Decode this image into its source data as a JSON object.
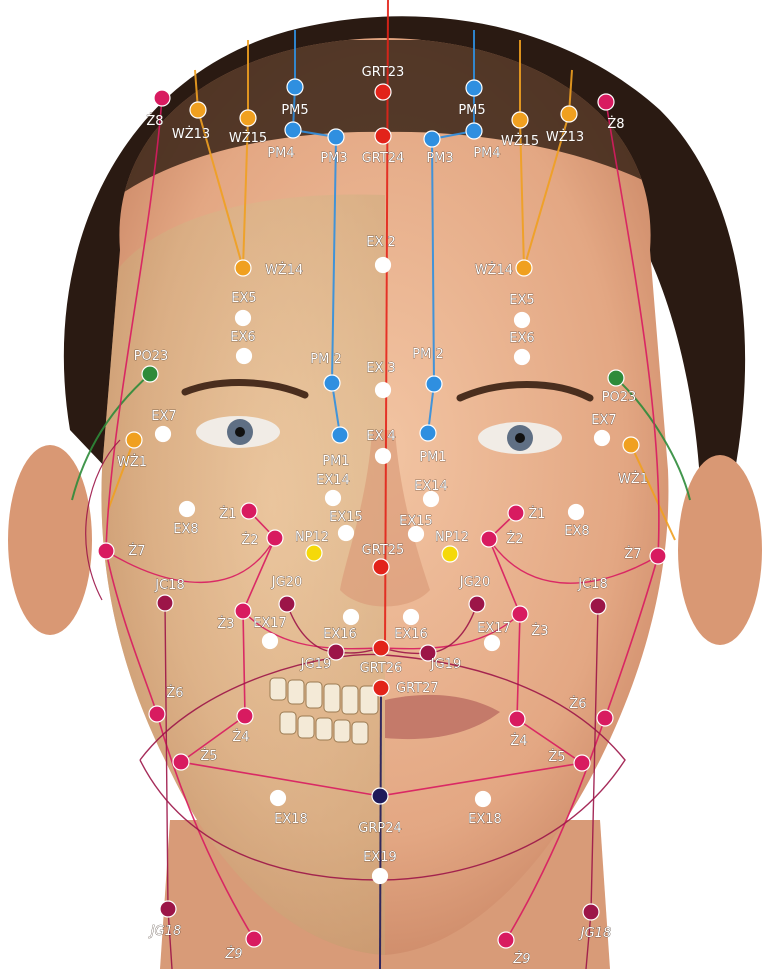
{
  "colors": {
    "background": "#ffffff",
    "hair": "#2a1a12",
    "skin": "#e8b28f",
    "skull_tint": "#d9be8e",
    "governing_vessel": "#e2231a",
    "bladder_meridian": "#2f8fe0",
    "gallbladder_meridian": "#f0a020",
    "stomach_meridian": "#d81b60",
    "small_intestine": "#9c1548",
    "triple_heater": "#2e8b3a",
    "extra_points": "#ffffff",
    "nose_points": "#f5d90a",
    "conception_vessel": "#1f1a5a"
  },
  "points": [
    {
      "id": "grt23",
      "label": "GRT23",
      "type": "governing",
      "icon": "red-dot"
    },
    {
      "id": "grt24",
      "label": "GRT24",
      "type": "governing",
      "icon": "red-dot"
    },
    {
      "id": "grt25",
      "label": "GRT25",
      "type": "governing",
      "icon": "red-dot"
    },
    {
      "id": "grt26",
      "label": "GRT26",
      "type": "governing",
      "icon": "red-dot"
    },
    {
      "id": "grt27",
      "label": "GRT27",
      "type": "governing",
      "icon": "red-dot"
    },
    {
      "id": "grp24",
      "label": "GRP24",
      "type": "conception",
      "icon": "navy-dot"
    },
    {
      "id": "pm5-l",
      "label": "PM5",
      "type": "bladder",
      "icon": "blue-dot"
    },
    {
      "id": "pm4-l",
      "label": "PM4",
      "type": "bladder",
      "icon": "blue-dot"
    },
    {
      "id": "pm3-l",
      "label": "PM3",
      "type": "bladder",
      "icon": "blue-dot"
    },
    {
      "id": "pm2-l",
      "label": "PM 2",
      "type": "bladder",
      "icon": "blue-dot"
    },
    {
      "id": "pm1-l",
      "label": "PM1",
      "type": "bladder",
      "icon": "blue-dot"
    },
    {
      "id": "pm5-r",
      "label": "PM5",
      "type": "bladder",
      "icon": "blue-dot"
    },
    {
      "id": "pm4-r",
      "label": "PM4",
      "type": "bladder",
      "icon": "blue-dot"
    },
    {
      "id": "pm3-r",
      "label": "PM3",
      "type": "bladder",
      "icon": "blue-dot"
    },
    {
      "id": "pm2-r",
      "label": "PM 2",
      "type": "bladder",
      "icon": "blue-dot"
    },
    {
      "id": "pm1-r",
      "label": "PM1",
      "type": "bladder",
      "icon": "blue-dot"
    },
    {
      "id": "wz13-l",
      "label": "WŻ13",
      "type": "gallbladder",
      "icon": "orange-dot"
    },
    {
      "id": "wz15-l",
      "label": "WŻ15",
      "type": "gallbladder",
      "icon": "orange-dot"
    },
    {
      "id": "wz14-l",
      "label": "WŻ14",
      "type": "gallbladder",
      "icon": "orange-dot"
    },
    {
      "id": "wz1-l",
      "label": "WŻ1",
      "type": "gallbladder",
      "icon": "orange-dot"
    },
    {
      "id": "wz13-r",
      "label": "WŻ13",
      "type": "gallbladder",
      "icon": "orange-dot"
    },
    {
      "id": "wz15-r",
      "label": "WŻ15",
      "type": "gallbladder",
      "icon": "orange-dot"
    },
    {
      "id": "wz14-r",
      "label": "WŻ14",
      "type": "gallbladder",
      "icon": "orange-dot"
    },
    {
      "id": "wz1-r",
      "label": "WŻ1",
      "type": "gallbladder",
      "icon": "orange-dot"
    },
    {
      "id": "z8-l",
      "label": "Ż8",
      "type": "stomach",
      "icon": "magenta-dot"
    },
    {
      "id": "z1-l",
      "label": "Ż1",
      "type": "stomach",
      "icon": "magenta-dot"
    },
    {
      "id": "z2-l",
      "label": "Ż2",
      "type": "stomach",
      "icon": "magenta-dot"
    },
    {
      "id": "z7-l",
      "label": "Ż7",
      "type": "stomach",
      "icon": "magenta-dot"
    },
    {
      "id": "z3-l",
      "label": "Ż3",
      "type": "stomach",
      "icon": "magenta-dot"
    },
    {
      "id": "z6-l",
      "label": "Ż6",
      "type": "stomach",
      "icon": "magenta-dot"
    },
    {
      "id": "z4-l",
      "label": "Ż4",
      "type": "stomach",
      "icon": "magenta-dot"
    },
    {
      "id": "z5-l",
      "label": "Ż5",
      "type": "stomach",
      "icon": "magenta-dot"
    },
    {
      "id": "z9-l",
      "label": "Ż9",
      "type": "stomach",
      "icon": "magenta-dot",
      "italic": true
    },
    {
      "id": "z8-r",
      "label": "Ż8",
      "type": "stomach",
      "icon": "magenta-dot"
    },
    {
      "id": "z1-r",
      "label": "Ż1",
      "type": "stomach",
      "icon": "magenta-dot"
    },
    {
      "id": "z2-r",
      "label": "Ż2",
      "type": "stomach",
      "icon": "magenta-dot"
    },
    {
      "id": "z7-r",
      "label": "Ż7",
      "type": "stomach",
      "icon": "magenta-dot"
    },
    {
      "id": "z3-r",
      "label": "Ż3",
      "type": "stomach",
      "icon": "magenta-dot"
    },
    {
      "id": "z6-r",
      "label": "Ż6",
      "type": "stomach",
      "icon": "magenta-dot"
    },
    {
      "id": "z4-r",
      "label": "Ż4",
      "type": "stomach",
      "icon": "magenta-dot"
    },
    {
      "id": "z5-r",
      "label": "Ż5",
      "type": "stomach",
      "icon": "magenta-dot"
    },
    {
      "id": "z9-r",
      "label": "Ż9",
      "type": "stomach",
      "icon": "magenta-dot",
      "italic": true
    },
    {
      "id": "jc18-l",
      "label": "JC18",
      "type": "small-intestine",
      "icon": "maroon-dot"
    },
    {
      "id": "jc18-r",
      "label": "JC18",
      "type": "small-intestine",
      "icon": "maroon-dot"
    },
    {
      "id": "jg20-l",
      "label": "JG20",
      "type": "small-intestine",
      "icon": "maroon-dot"
    },
    {
      "id": "jg19-l",
      "label": "JG19",
      "type": "small-intestine",
      "icon": "maroon-dot"
    },
    {
      "id": "jg20-r",
      "label": "JG20",
      "type": "small-intestine",
      "icon": "maroon-dot"
    },
    {
      "id": "jg19-r",
      "label": "JG19",
      "type": "small-intestine",
      "icon": "maroon-dot"
    },
    {
      "id": "jg18-l",
      "label": "JG18",
      "type": "small-intestine",
      "icon": "maroon-dot",
      "italic": true
    },
    {
      "id": "jg18-r",
      "label": "JG18",
      "type": "small-intestine",
      "icon": "maroon-dot",
      "italic": true
    },
    {
      "id": "po23-l",
      "label": "PO23",
      "type": "triple-heater",
      "icon": "green-dot"
    },
    {
      "id": "po23-r",
      "label": "PO23",
      "type": "triple-heater",
      "icon": "green-dot"
    },
    {
      "id": "np12-l",
      "label": "NP12",
      "type": "nose",
      "icon": "yellow-dot"
    },
    {
      "id": "np12-r",
      "label": "NP12",
      "type": "nose",
      "icon": "yellow-dot"
    },
    {
      "id": "ex2",
      "label": "EX 2",
      "type": "extra",
      "icon": "white-dot"
    },
    {
      "id": "ex3",
      "label": "EX 3",
      "type": "extra",
      "icon": "white-dot"
    },
    {
      "id": "ex4",
      "label": "EX 4",
      "type": "extra",
      "icon": "white-dot"
    },
    {
      "id": "ex19",
      "label": "EX19",
      "type": "extra",
      "icon": "white-dot"
    },
    {
      "id": "ex5-l",
      "label": "EX5",
      "type": "extra",
      "icon": "white-dot"
    },
    {
      "id": "ex6-l",
      "label": "EX6",
      "type": "extra",
      "icon": "white-dot"
    },
    {
      "id": "ex7-l",
      "label": "EX7",
      "type": "extra",
      "icon": "white-dot"
    },
    {
      "id": "ex8-l",
      "label": "EX8",
      "type": "extra",
      "icon": "white-dot"
    },
    {
      "id": "ex14-l",
      "label": "EX14",
      "type": "extra",
      "icon": "white-dot"
    },
    {
      "id": "ex15-l",
      "label": "EX15",
      "type": "extra",
      "icon": "white-dot"
    },
    {
      "id": "ex16-l",
      "label": "EX16",
      "type": "extra",
      "icon": "white-dot"
    },
    {
      "id": "ex17-l",
      "label": "EX17",
      "type": "extra",
      "icon": "white-dot"
    },
    {
      "id": "ex18-l",
      "label": "EX18",
      "type": "extra",
      "icon": "white-dot"
    },
    {
      "id": "ex5-r",
      "label": "EX5",
      "type": "extra",
      "icon": "white-dot"
    },
    {
      "id": "ex6-r",
      "label": "EX6",
      "type": "extra",
      "icon": "white-dot"
    },
    {
      "id": "ex7-r",
      "label": "EX7",
      "type": "extra",
      "icon": "white-dot"
    },
    {
      "id": "ex8-r",
      "label": "EX8",
      "type": "extra",
      "icon": "white-dot"
    },
    {
      "id": "ex14-r",
      "label": "EX14",
      "type": "extra",
      "icon": "white-dot"
    },
    {
      "id": "ex15-r",
      "label": "EX15",
      "type": "extra",
      "icon": "white-dot"
    },
    {
      "id": "ex16-r",
      "label": "EX16",
      "type": "extra",
      "icon": "white-dot"
    },
    {
      "id": "ex17-r",
      "label": "EX17",
      "type": "extra",
      "icon": "white-dot"
    },
    {
      "id": "ex18-r",
      "label": "EX18",
      "type": "extra",
      "icon": "white-dot"
    }
  ]
}
